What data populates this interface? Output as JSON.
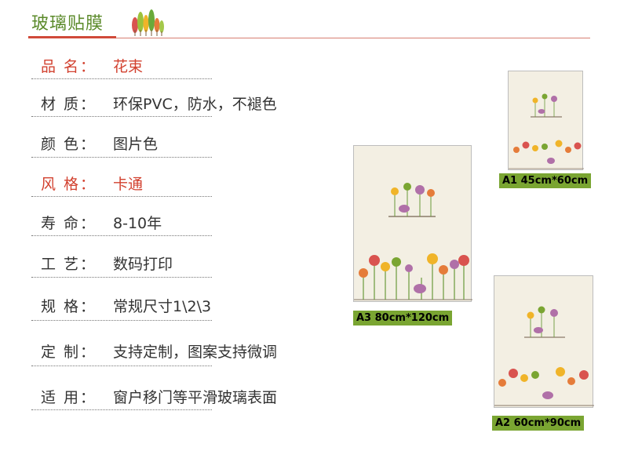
{
  "header": {
    "title": "玻璃贴膜"
  },
  "specs": [
    {
      "label": "品 名：",
      "value": "花束",
      "highlight": true
    },
    {
      "label": "材 质：",
      "value": "环保PVC，防水，不褪色",
      "highlight": false
    },
    {
      "label": "颜 色：",
      "value": "图片色",
      "highlight": false
    },
    {
      "label": "风 格：",
      "value": "卡通",
      "highlight": true
    },
    {
      "label": "寿 命：",
      "value": "8-10年",
      "highlight": false
    },
    {
      "label": "工 艺：",
      "value": "数码打印",
      "highlight": false
    },
    {
      "label": "规 格：",
      "value": "常规尺寸1\\2\\3",
      "highlight": false
    },
    {
      "label": "定 制：",
      "value": "支持定制，图案支持微调",
      "highlight": false
    },
    {
      "label": "适 用：",
      "value": "窗户移门等平滑玻璃表面",
      "highlight": false
    }
  ],
  "sizes": {
    "a1": "A1 45cm*60cm",
    "a2": "A2 60cm*90cm",
    "a3": "A3 80cm*120cm"
  },
  "colors": {
    "accent_green": "#7aa532",
    "highlight_red": "#d2412f",
    "title_green": "#5b8a2a"
  }
}
